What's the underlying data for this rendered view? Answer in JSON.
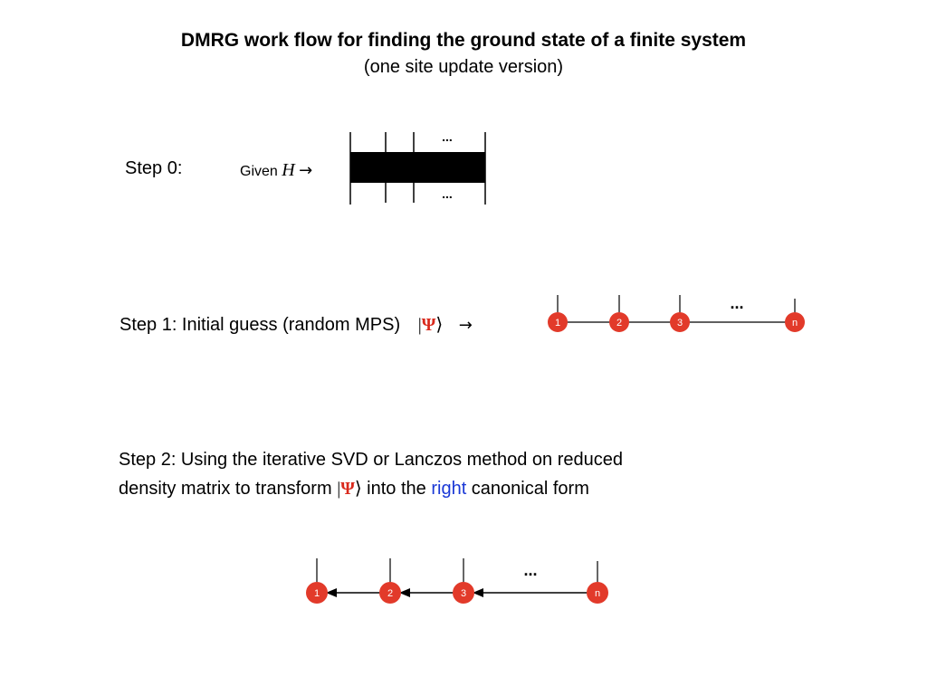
{
  "title": "DMRG work flow for finding the ground state of a finite system",
  "subtitle": "(one site update version)",
  "step0": {
    "label": "Step 0:",
    "given": "Given",
    "symbol": "H",
    "arrow": "→",
    "mpo_dots": "..."
  },
  "step1": {
    "text": "Step 1:  Initial guess (random MPS)",
    "ket_open": "|",
    "psi": "Ψ",
    "ket_close": "⟩",
    "arrow": "→",
    "sites": [
      "1",
      "2",
      "3",
      "n"
    ],
    "dots": "..."
  },
  "step2": {
    "line1": "Step 2:  Using the iterative SVD or Lanczos method on reduced",
    "line2_pre": "density matrix to transform ",
    "ket_open": "|",
    "psi": "Ψ",
    "ket_close": "⟩",
    "line2_mid": " into the ",
    "highlight": "right",
    "line2_post": " canonical form",
    "sites": [
      "1",
      "2",
      "3",
      "n"
    ],
    "dots": "..."
  },
  "colors": {
    "node": "#e23a2a",
    "highlight": "#1a38d6",
    "psi": "#d9291c"
  }
}
